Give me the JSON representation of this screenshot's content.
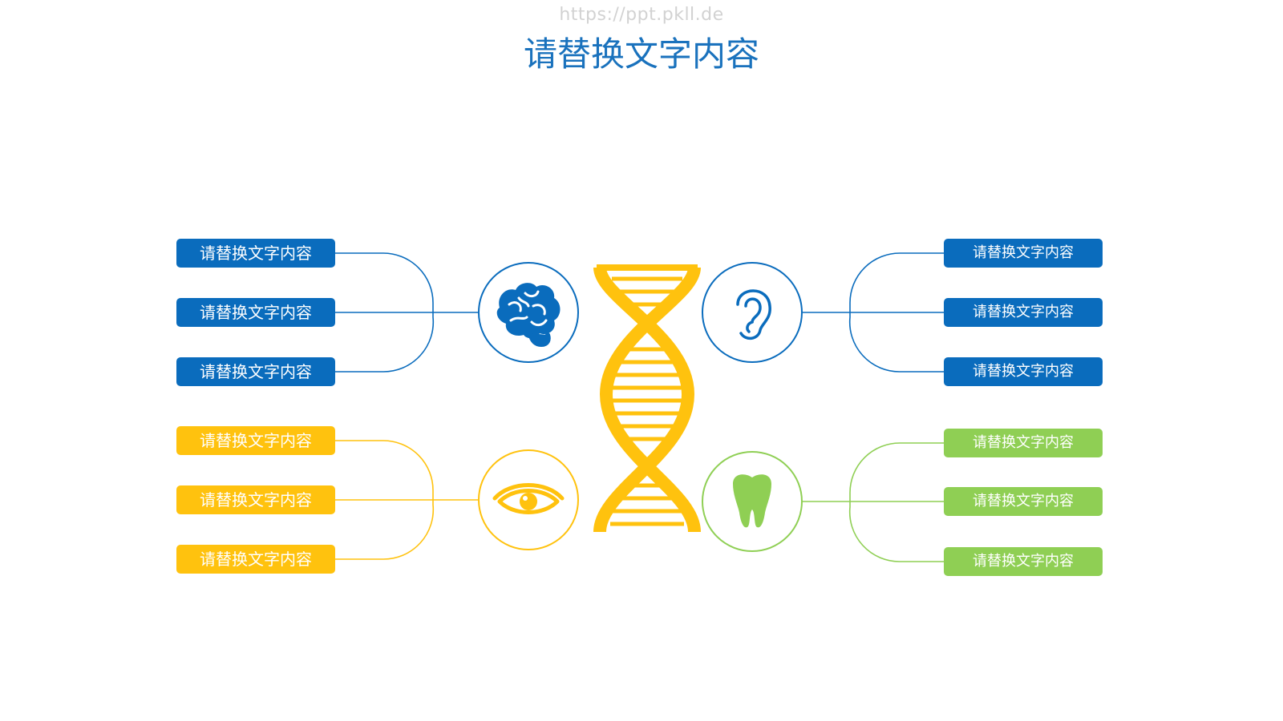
{
  "watermark": "https://ppt.pkll.de",
  "title": "请替换文字内容",
  "colors": {
    "blue": "#0a6cbd",
    "yellow": "#ffc20e",
    "green": "#8fcf54"
  },
  "groups": {
    "top_left": {
      "icon": "brain-icon",
      "labels": [
        "请替换文字内容",
        "请替换文字内容",
        "请替换文字内容"
      ]
    },
    "bottom_left": {
      "icon": "eye-icon",
      "labels": [
        "请替换文字内容",
        "请替换文字内容",
        "请替换文字内容"
      ]
    },
    "top_right": {
      "icon": "ear-icon",
      "labels": [
        "请替换文字内容",
        "请替换文字内容",
        "请替换文字内容"
      ]
    },
    "bottom_right": {
      "icon": "tooth-icon",
      "labels": [
        "请替换文字内容",
        "请替换文字内容",
        "请替换文字内容"
      ]
    }
  },
  "center_icon": "dna-icon"
}
